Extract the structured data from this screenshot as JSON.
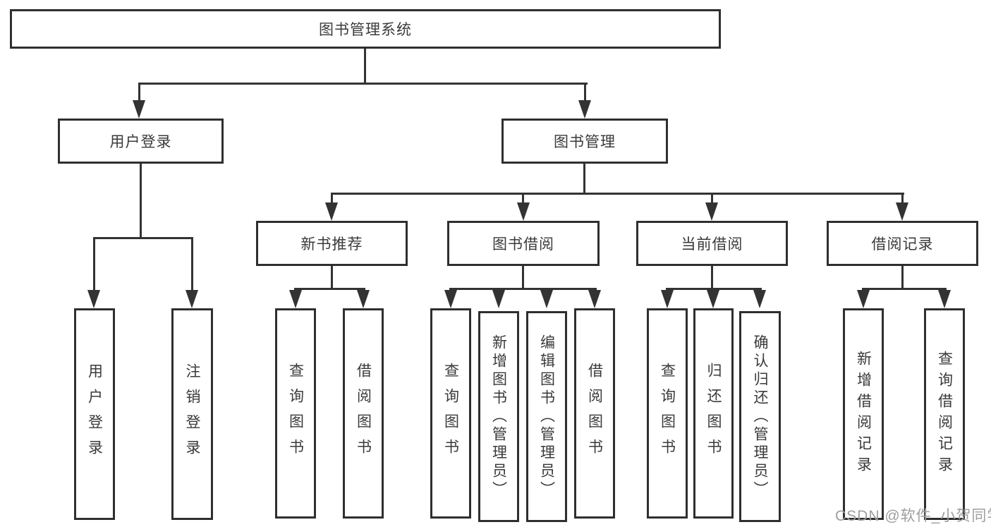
{
  "colors": {
    "line": "#333333",
    "border": "#2f2f2f",
    "text": "#3a3a3a",
    "watermark": "#9e9e9e",
    "background": "#ffffff"
  },
  "nodes": {
    "root": "图书管理系统",
    "user_login": "用户登录",
    "book_mgmt": "图书管理",
    "new_book_rec": "新书推荐",
    "book_borrow": "图书借阅",
    "current_borrow": "当前借阅",
    "borrow_record": "借阅记录",
    "ul_user_login": "用户登录",
    "ul_logout": "注销登录",
    "nbr_query_book": "查询图书",
    "nbr_borrow_book": "借阅图书",
    "bb_query_book": "查询图书",
    "bb_add_book": "新增图书（管理员）",
    "bb_edit_book": "编辑图书（管理员）",
    "bb_borrow_book": "借阅图书",
    "cb_query_book": "查询图书",
    "cb_return_book": "归还图书",
    "cb_confirm_return": "确认归还（管理员）",
    "br_add_record": "新增借阅记录",
    "br_query_record": "查询借阅记录"
  },
  "watermark": "CSDN @软件_小贺同学"
}
